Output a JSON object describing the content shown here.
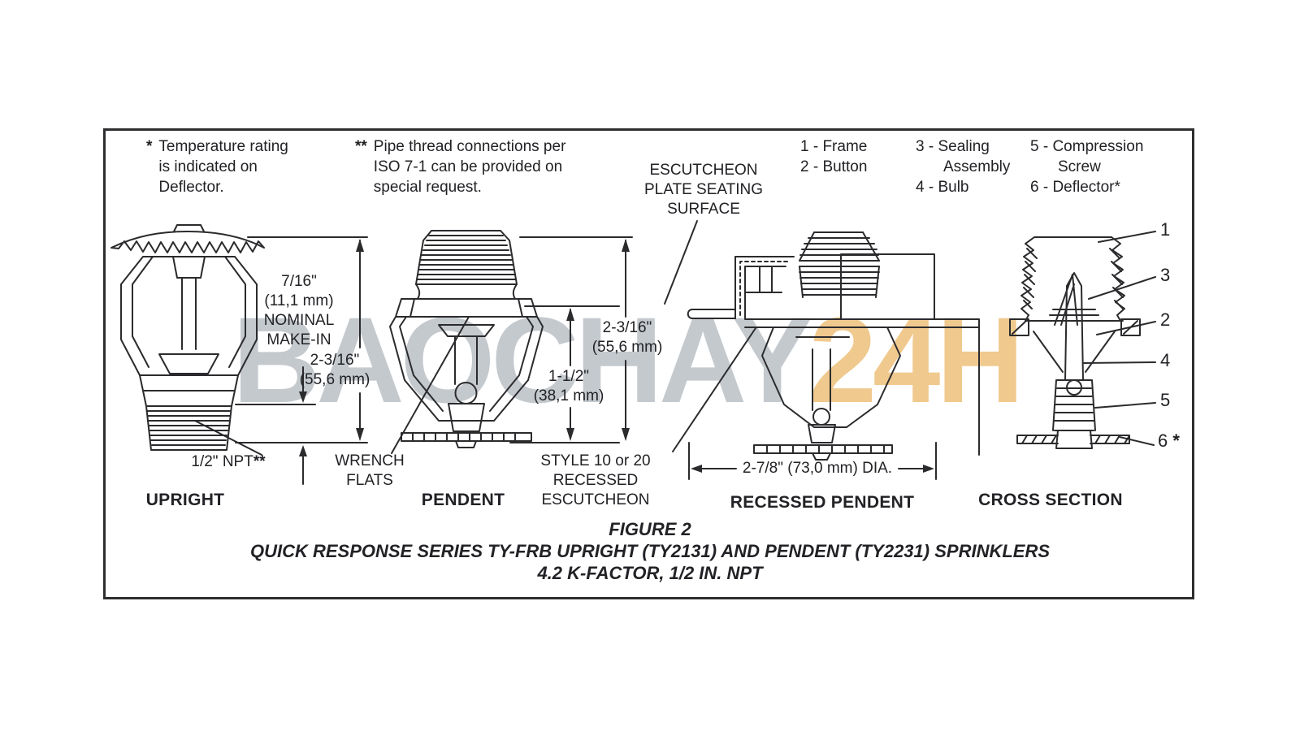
{
  "figure": {
    "title": "FIGURE 2",
    "subtitle": "QUICK RESPONSE SERIES TY-FRB UPRIGHT (TY2131) AND PENDENT (TY2231) SPRINKLERS",
    "subtitle2": "4.2 K-FACTOR, 1/2 IN. NPT"
  },
  "notes": {
    "temp_marker": "*",
    "temp_lines": [
      "Temperature rating",
      "is indicated on",
      "Deflector."
    ],
    "pipe_marker": "**",
    "pipe_lines": [
      "Pipe thread connections per",
      "ISO 7-1 can be provided on",
      "special request."
    ]
  },
  "legend": {
    "col1_row1": "1 - Frame",
    "col1_row2": "2 - Button",
    "col2_row1": "3 - Sealing",
    "col2_row2": "Assembly",
    "col2_row3": "4 - Bulb",
    "col3_row1": "5 - Compression",
    "col3_row2": "Screw",
    "col3_row3": "6 - Deflector",
    "col3_row3_marker": "*"
  },
  "views": {
    "upright": "UPRIGHT",
    "pendent": "PENDENT",
    "recessed": "RECESSED PENDENT",
    "cross_section": "CROSS SECTION"
  },
  "annotations": {
    "escutcheon_l1": "ESCUTCHEON",
    "escutcheon_l2": "PLATE SEATING",
    "escutcheon_l3": "SURFACE",
    "wrench_l1": "WRENCH",
    "wrench_l2": "FLATS",
    "style_l1": "STYLE 10 or 20",
    "style_l2": "RECESSED",
    "style_l3": "ESCUTCHEON",
    "npt_text": "1/2\" NPT",
    "npt_marker": "**"
  },
  "dimensions": {
    "makein_l1": "7/16\"",
    "makein_l2": "(11,1 mm)",
    "makein_l3": "NOMINAL",
    "makein_l4": "MAKE-IN",
    "upright_height_l1": "2-3/16\"",
    "upright_height_l2": "(55,6 mm)",
    "pendent_height_l1": "2-3/16\"",
    "pendent_height_l2": "(55,6 mm)",
    "pendent_partial_l1": "1-1/2\"",
    "pendent_partial_l2": "(38,1 mm)",
    "recessed_dia": "2-7/8\" (73,0 mm) DIA."
  },
  "callouts": {
    "c1": "1",
    "c3": "3",
    "c2": "2",
    "c4": "4",
    "c5": "5",
    "c6": "6",
    "c6_marker": "*"
  },
  "watermark": {
    "gray": "BAOCHAY",
    "orange": "24H"
  },
  "colors": {
    "line": "#2b2b2e",
    "text": "#222226",
    "watermark_gray": "#c4c9ce",
    "watermark_orange": "#f0c98e"
  }
}
